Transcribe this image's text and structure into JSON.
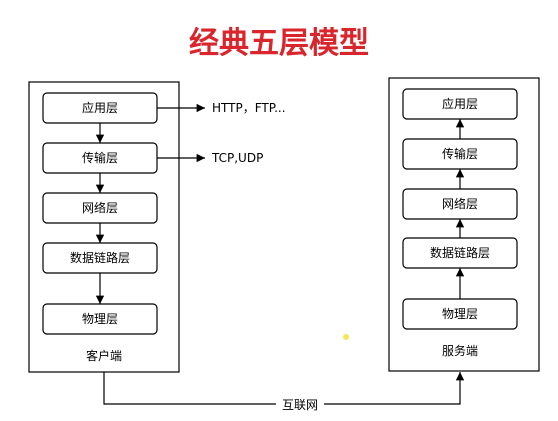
{
  "title": "经典五层模型",
  "colors": {
    "title": "#d9262d",
    "stroke": "#000000",
    "dot": "#f4e45a"
  },
  "client": {
    "caption": "客户端",
    "layers": [
      "应用层",
      "传输层",
      "网络层",
      "数据链路层",
      "物理层"
    ]
  },
  "server": {
    "caption": "服务端",
    "layers": [
      "应用层",
      "传输层",
      "网络层",
      "数据链路层",
      "物理层"
    ]
  },
  "annotations": {
    "application": "HTTP，FTP...",
    "transport": "TCP,UDP"
  },
  "link": {
    "label": "互联网"
  }
}
